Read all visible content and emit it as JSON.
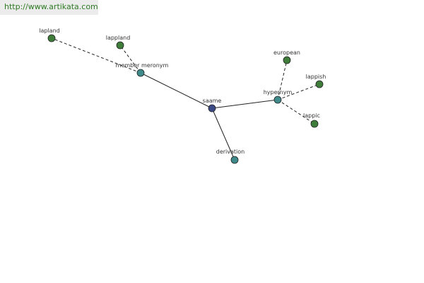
{
  "header": {
    "url": "http://www.artikata.com"
  },
  "colors": {
    "center": "#3b4a86",
    "relation": "#3f8a8a",
    "leaf": "#3e7d3a",
    "stroke": "#222222",
    "url_text": "#2f7a25"
  },
  "graph": {
    "center": {
      "label": "saame"
    },
    "relations": [
      {
        "label": "member meronym",
        "link": "solid",
        "leaves": [
          {
            "label": "lapland"
          },
          {
            "label": "lappland"
          }
        ]
      },
      {
        "label": "hypernym",
        "link": "solid",
        "leaves": [
          {
            "label": "european"
          },
          {
            "label": "lappish"
          },
          {
            "label": "lappic"
          }
        ]
      },
      {
        "label": "derivation",
        "link": "solid",
        "leaves": []
      }
    ],
    "leaf_link": "dashed"
  }
}
